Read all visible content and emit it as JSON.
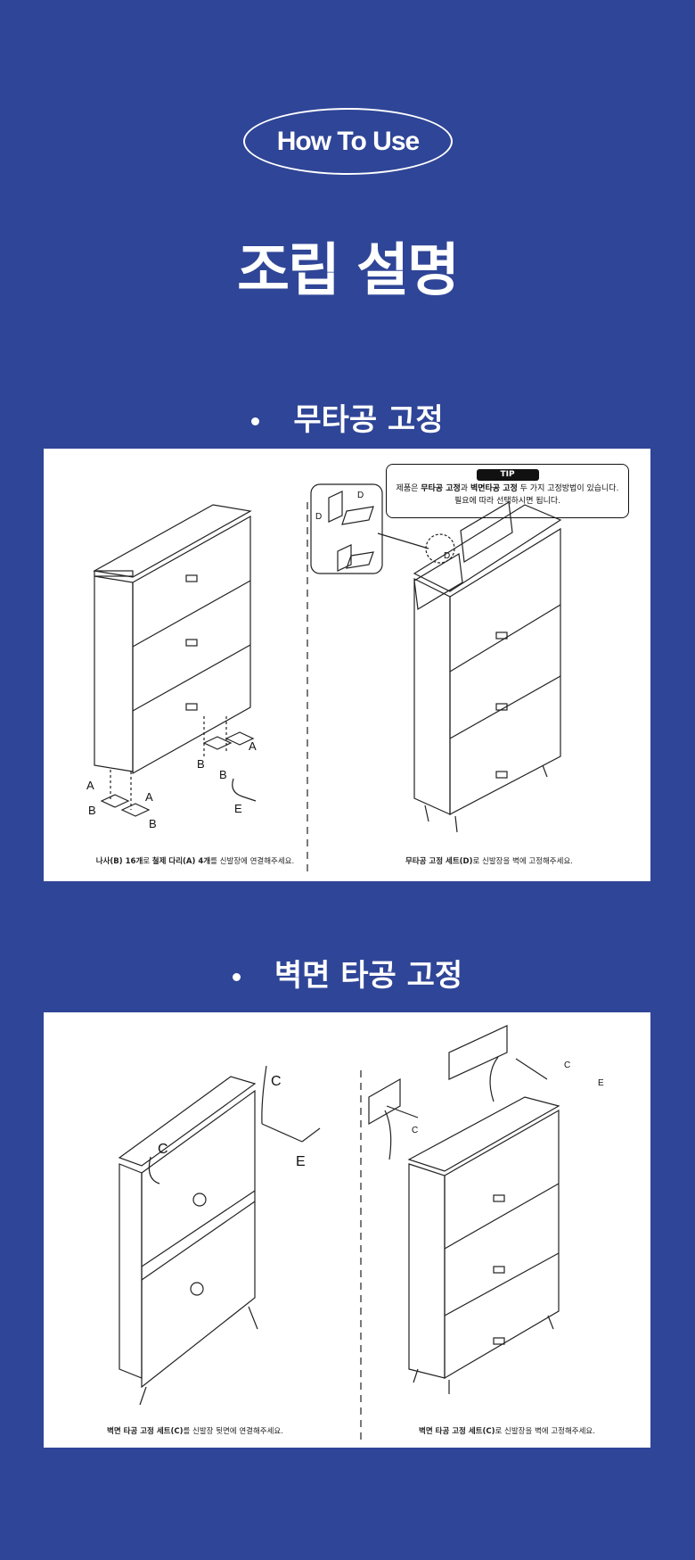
{
  "header": {
    "badge": "How To Use",
    "title": "조립 설명"
  },
  "sections": [
    {
      "title": "무타공 고정",
      "tip": {
        "tag": "TIP",
        "line1_pre": "제품은 ",
        "line1_b1": "무타공 고정",
        "line1_mid": "과 ",
        "line1_b2": "벽면타공 고정",
        "line1_post": " 두 가지 고정방법이 있습니다.",
        "line2": "필요에 따라 선택하시면 됩니다."
      },
      "captions": [
        {
          "b1": "나사(B) 16개",
          "t1": "로 ",
          "b2": "철제 다리(A) 4개",
          "t2": "를 신발장에 연결해주세요."
        },
        {
          "b1": "무타공 고정 세트(D)",
          "t1": "로 신발장을 벽에 고정해주세요."
        }
      ],
      "labels": {
        "a": "A",
        "b": "B",
        "d": "D",
        "e": "E"
      }
    },
    {
      "title": "벽면 타공 고정",
      "captions": [
        {
          "b1": "벽면 타공 고정 세트(C)",
          "t1": "를 신발장 뒷면에 연결해주세요."
        },
        {
          "b1": "벽면 타공 고정 세트(C)",
          "t1": "로 신발장을 벽에 고정해주세요."
        }
      ],
      "labels": {
        "c": "C",
        "e": "E"
      }
    }
  ],
  "colors": {
    "background": "#2f4597",
    "panel": "#ffffff"
  }
}
